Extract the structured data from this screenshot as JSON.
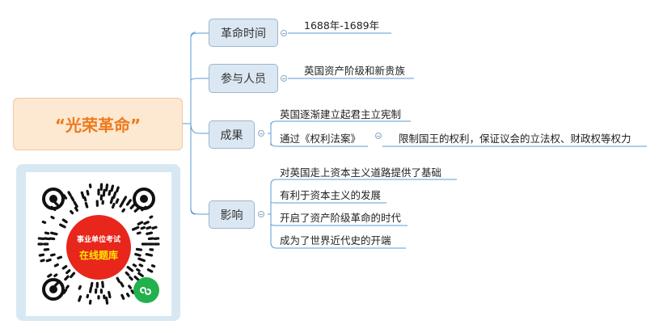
{
  "root": {
    "title": "“光荣革命”"
  },
  "branches": [
    {
      "label": "革命时间",
      "leaves": [
        "1688年-1689年"
      ]
    },
    {
      "label": "参与人员",
      "leaves": [
        "英国资产阶级和新贵族"
      ]
    },
    {
      "label": "成果",
      "leaves": [
        "英国逐渐建立起君主立宪制",
        "通过《权利法案》"
      ],
      "subleaf": "限制国王的权利，保证议会的立法权、财政权等权力"
    },
    {
      "label": "影响",
      "leaves": [
        "对英国走上资本主义道路提供了基础",
        "有利于资本主义的发展",
        "开启了资产阶级革命的时代",
        "成为了世界近代史的开端"
      ]
    }
  ],
  "qr": {
    "badge_top": "事业单位考试",
    "badge_main": "在线题库"
  },
  "colors": {
    "line": "#5b9bd5",
    "node_fill": "#dbe7f2",
    "root_text": "#ee7a1c",
    "badge": "#e8261c"
  }
}
